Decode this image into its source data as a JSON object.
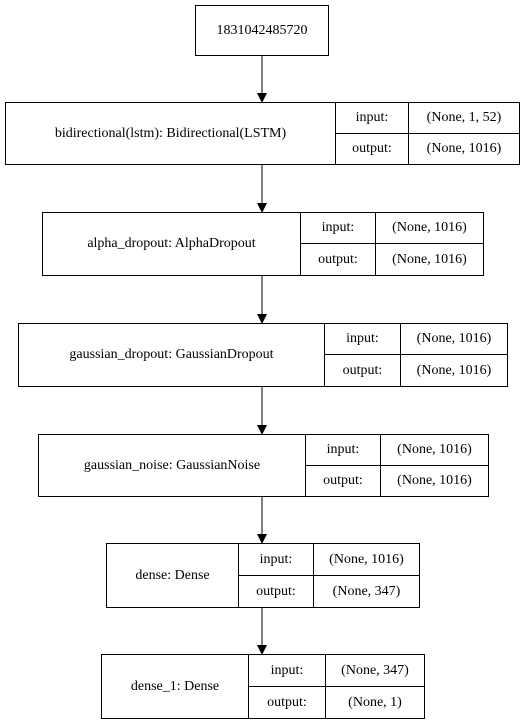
{
  "diagram": {
    "root": {
      "label": "1831042485720"
    },
    "layers": [
      {
        "name": "bidirectional(lstm): Bidirectional(LSTM)",
        "input_label": "input:",
        "input_shape": "(None, 1, 52)",
        "output_label": "output:",
        "output_shape": "(None, 1016)"
      },
      {
        "name": "alpha_dropout: AlphaDropout",
        "input_label": "input:",
        "input_shape": "(None, 1016)",
        "output_label": "output:",
        "output_shape": "(None, 1016)"
      },
      {
        "name": "gaussian_dropout: GaussianDropout",
        "input_label": "input:",
        "input_shape": "(None, 1016)",
        "output_label": "output:",
        "output_shape": "(None, 1016)"
      },
      {
        "name": "gaussian_noise: GaussianNoise",
        "input_label": "input:",
        "input_shape": "(None, 1016)",
        "output_label": "output:",
        "output_shape": "(None, 1016)"
      },
      {
        "name": "dense: Dense",
        "input_label": "input:",
        "input_shape": "(None, 1016)",
        "output_label": "output:",
        "output_shape": "(None, 347)"
      },
      {
        "name": "dense_1: Dense",
        "input_label": "input:",
        "input_shape": "(None, 347)",
        "output_label": "output:",
        "output_shape": "(None, 1)"
      }
    ]
  }
}
